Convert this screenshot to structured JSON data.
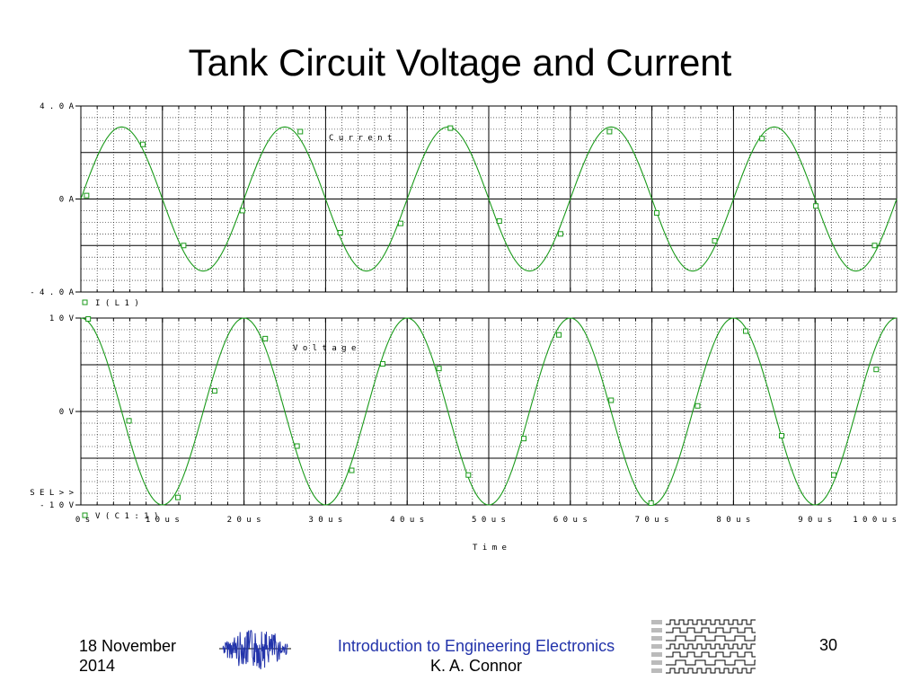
{
  "slide": {
    "title": "Tank Circuit Voltage and Current"
  },
  "footer": {
    "date": "18 November 2014",
    "course": "Introduction to Engineering Electronics",
    "author": "K. A. Connor",
    "page_number": "30"
  },
  "colors": {
    "trace": "#1a9a1a",
    "grid": "#000000",
    "course_link": "#2233aa"
  },
  "chart_data": [
    {
      "type": "line",
      "title": "",
      "plot_annotation": "Current",
      "xlabel": "",
      "ylabel": "",
      "x_unit": "us",
      "y_ticks": [
        "4.0A",
        "0A",
        "-4.0A"
      ],
      "ylim": [
        -4.0,
        4.0
      ],
      "xlim": [
        0,
        100
      ],
      "legend": "bottom-left",
      "series": [
        {
          "name": "I(L1)",
          "model": {
            "amplitude": 3.1,
            "period_us": 20.0,
            "phase_deg": 0,
            "form": "sine"
          },
          "markers_x": [
            0.7,
            7.6,
            12.6,
            19.8,
            26.9,
            31.8,
            39.2,
            45.3,
            51.3,
            58.8,
            64.8,
            70.6,
            77.7,
            83.5,
            90.1,
            97.3
          ],
          "markers_y": [
            0.15,
            2.35,
            -2.0,
            -0.5,
            2.9,
            -1.45,
            -1.05,
            3.05,
            -0.95,
            -1.5,
            2.9,
            -0.6,
            -1.8,
            2.6,
            -0.3,
            -2.0
          ]
        }
      ]
    },
    {
      "type": "line",
      "title": "",
      "plot_annotation": "Voltage",
      "xlabel": "Time",
      "ylabel": "",
      "x_ticks": [
        "0s",
        "10us",
        "20us",
        "30us",
        "40us",
        "50us",
        "60us",
        "70us",
        "80us",
        "90us",
        "100us"
      ],
      "y_ticks": [
        "10V",
        "0V",
        "-10V"
      ],
      "ylim": [
        -10,
        10
      ],
      "xlim": [
        0,
        100
      ],
      "legend": "bottom-left",
      "cursor_label": "SEL>>",
      "series": [
        {
          "name": "V(C1:1)",
          "model": {
            "amplitude": 10.0,
            "period_us": 20.0,
            "phase_deg": 90,
            "form": "sine"
          },
          "markers_x": [
            0.9,
            5.9,
            11.9,
            16.4,
            22.6,
            26.5,
            33.2,
            37.0,
            43.9,
            47.5,
            54.3,
            58.6,
            65.0,
            69.9,
            75.6,
            81.5,
            85.9,
            92.3,
            97.5
          ],
          "markers_y": [
            9.9,
            -1.0,
            -9.2,
            2.2,
            7.8,
            -3.7,
            -6.3,
            5.1,
            4.6,
            -6.8,
            -2.9,
            8.2,
            1.2,
            -9.8,
            0.6,
            8.6,
            -2.6,
            -6.8,
            4.5
          ]
        }
      ]
    }
  ]
}
